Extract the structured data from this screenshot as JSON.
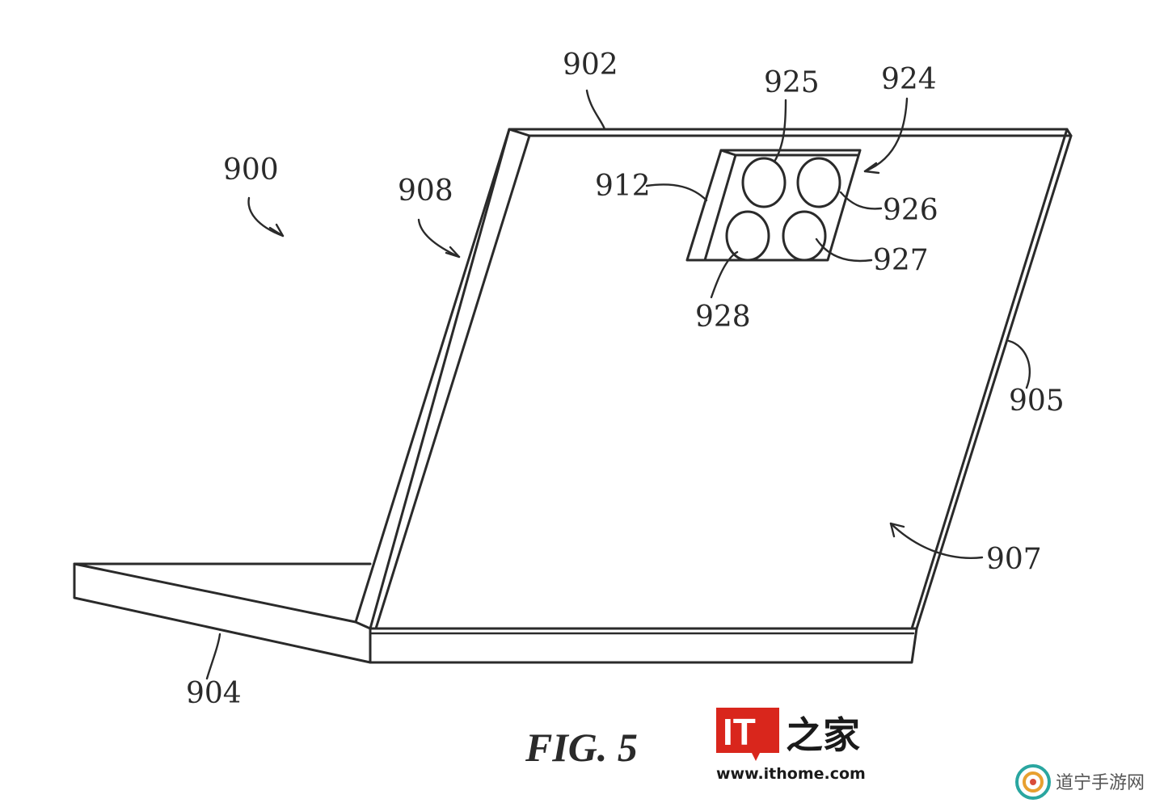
{
  "figure": {
    "caption": "FIG. 5",
    "labels": {
      "l900": "900",
      "l902": "902",
      "l904": "904",
      "l905": "905",
      "l907": "907",
      "l908": "908",
      "l912": "912",
      "l924": "924",
      "l925": "925",
      "l926": "926",
      "l927": "927",
      "l928": "928"
    }
  },
  "watermarks": {
    "ithome_logo_text": "IT之家",
    "ithome_url": "www.ithome.com",
    "daoning_text": "道宁手游网"
  },
  "colors": {
    "line": "#2a2a2a",
    "ithome_red": "#d9261c"
  }
}
